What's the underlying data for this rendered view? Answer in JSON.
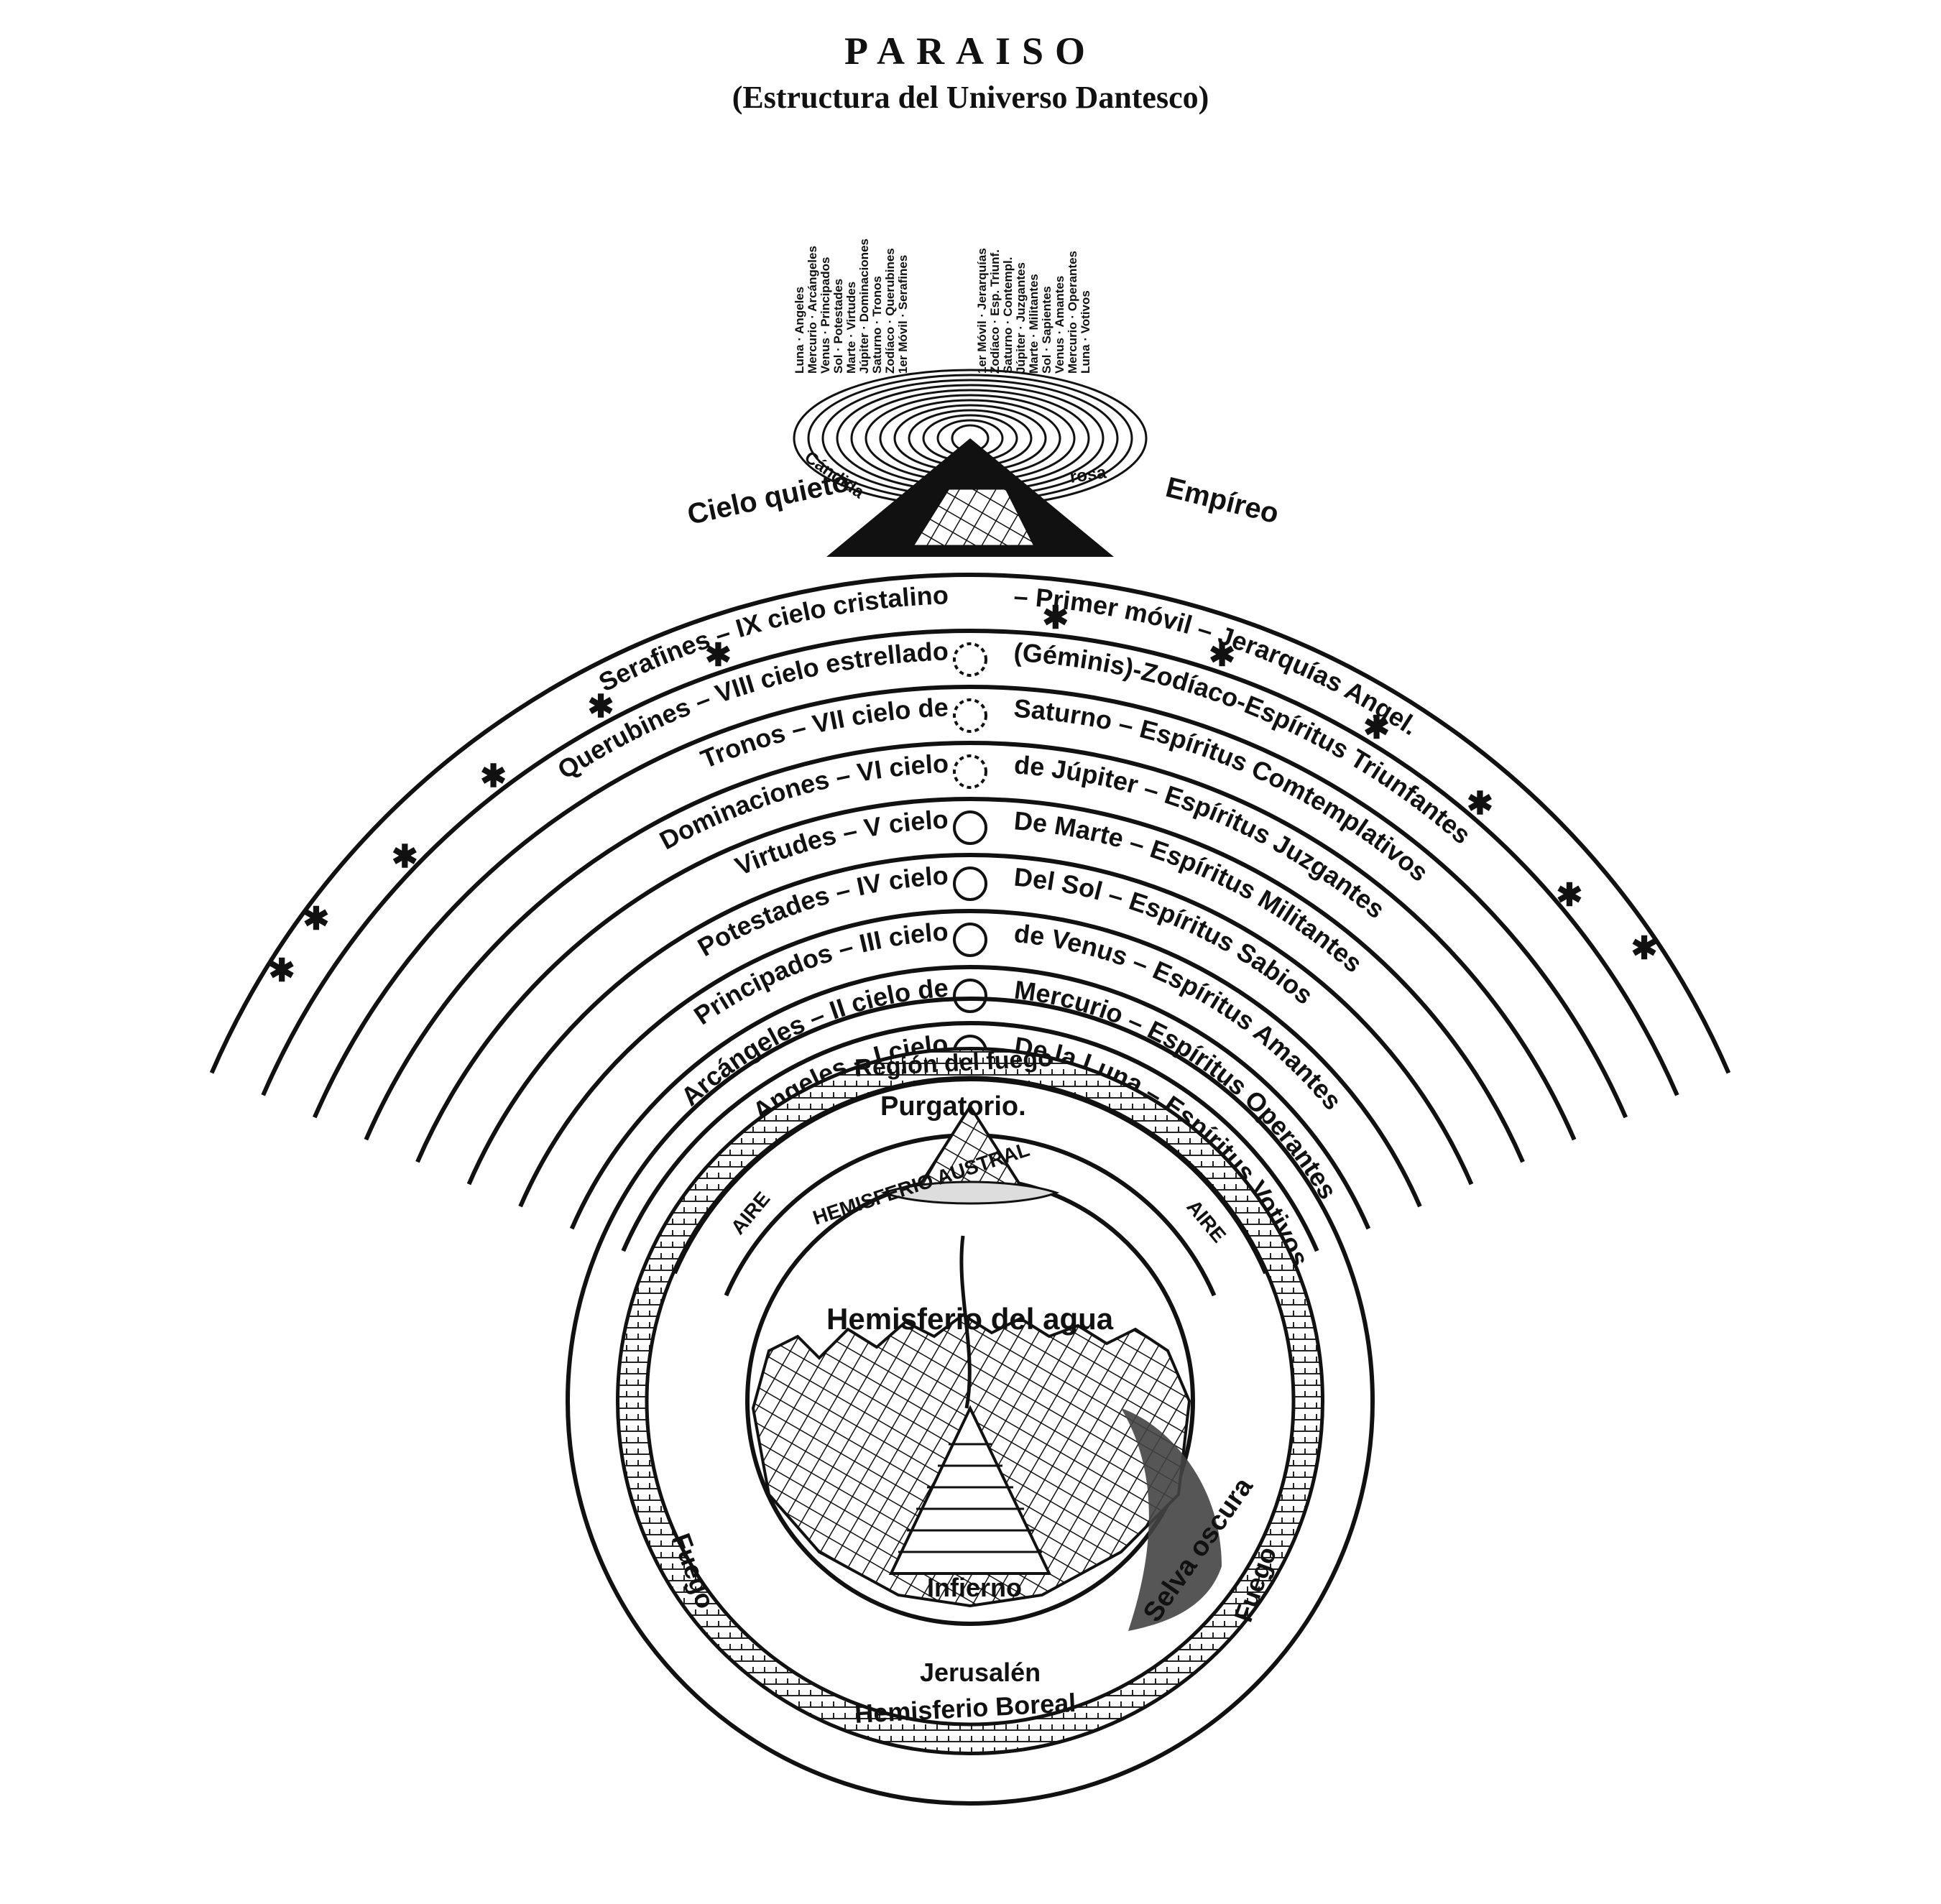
{
  "title": "PARAISO",
  "subtitle": "(Estructura del Universo Dantesco)",
  "empyrean": {
    "left_label": "Cielo quieto",
    "right_label": "Empíreo",
    "rose_left": "Cándida",
    "rose_right": "rosa",
    "left_columns": [
      "Luna · Angeles",
      "Mercurio · Arcángeles",
      "Venus · Principados",
      "Sol · Potestades",
      "Marte · Virtudes",
      "Júpiter · Dominaciones",
      "Saturno · Tronos",
      "Zodíaco · Querubines",
      "1er Móvil · Serafines"
    ],
    "right_columns": [
      "1er Móvil · Jerarquías",
      "Zodíaco · Esp. Triunf.",
      "Saturno · Contempl.",
      "Júpiter · Juzgantes",
      "Marte · Militantes",
      "Sol · Sapientes",
      "Venus · Amantes",
      "Mercurio · Operantes",
      "Luna · Votivos"
    ]
  },
  "heavens": [
    {
      "left": "Serafines – IX cielo cristalino",
      "right": "– Primer móvil – Jerarquías Angel."
    },
    {
      "left": "Querubines – VIII cielo estrellado",
      "right": "(Géminis)-Zodíaco-Espíritus Triunfantes"
    },
    {
      "left": "Tronos – VII cielo de",
      "right": "Saturno – Espíritus Comtemplativos"
    },
    {
      "left": "Dominaciones – VI cielo",
      "right": "de Júpiter – Espíritus Juzgantes"
    },
    {
      "left": "Virtudes – V cielo",
      "right": "De Marte – Espíritus Militantes"
    },
    {
      "left": "Potestades – IV cielo",
      "right": "Del Sol – Espíritus Sabios"
    },
    {
      "left": "Principados – III cielo",
      "right": "de Venus – Espíritus Amantes"
    },
    {
      "left": "Arcángeles – II cielo de",
      "right": "Mercurio – Espíritus Operantes"
    },
    {
      "left": "Angeles – I cielo",
      "right": "De la Luna – Espíritus Votivos"
    }
  ],
  "earth": {
    "fire_region": "Región del fuego",
    "purgatory": "Purgatorio.",
    "aire_left": "AIRE",
    "aire_right": "AIRE",
    "hemisferio_austral": "HEMISFERIO AUSTRAL",
    "water": "Hemisferio del agua",
    "hell": "Infierno",
    "jerusalem": "Jerusalén",
    "boreal": "Hemisferio Boreal",
    "fuego_left": "Fuego",
    "fuego_right": "Fuego",
    "selva": "Selva oscura"
  }
}
